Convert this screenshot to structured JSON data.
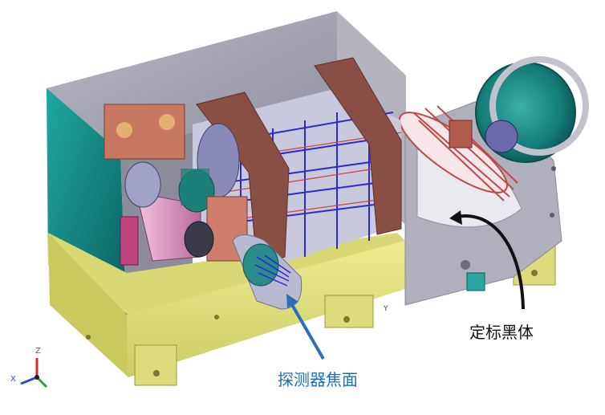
{
  "labels": {
    "detector_focal_plane": "探测器焦面",
    "calibration_blackbody": "定标黑体"
  },
  "axes": {
    "z": "Z",
    "x": "X",
    "y": "Y"
  },
  "colors": {
    "housing_gray": "#9a9aa8",
    "base_yellow": "#e0e07a",
    "side_teal": "#128080",
    "flange_brown": "#8a4f44",
    "beam_blue": "#2a2ad0",
    "blackbody_teal": "#1c8c8c",
    "label_blue": "#1e6fb8",
    "arrow_blue": "#2a6fb8",
    "label_black": "#111111"
  },
  "icons": {
    "axis_triad": "xyz-axis-triad-icon"
  }
}
